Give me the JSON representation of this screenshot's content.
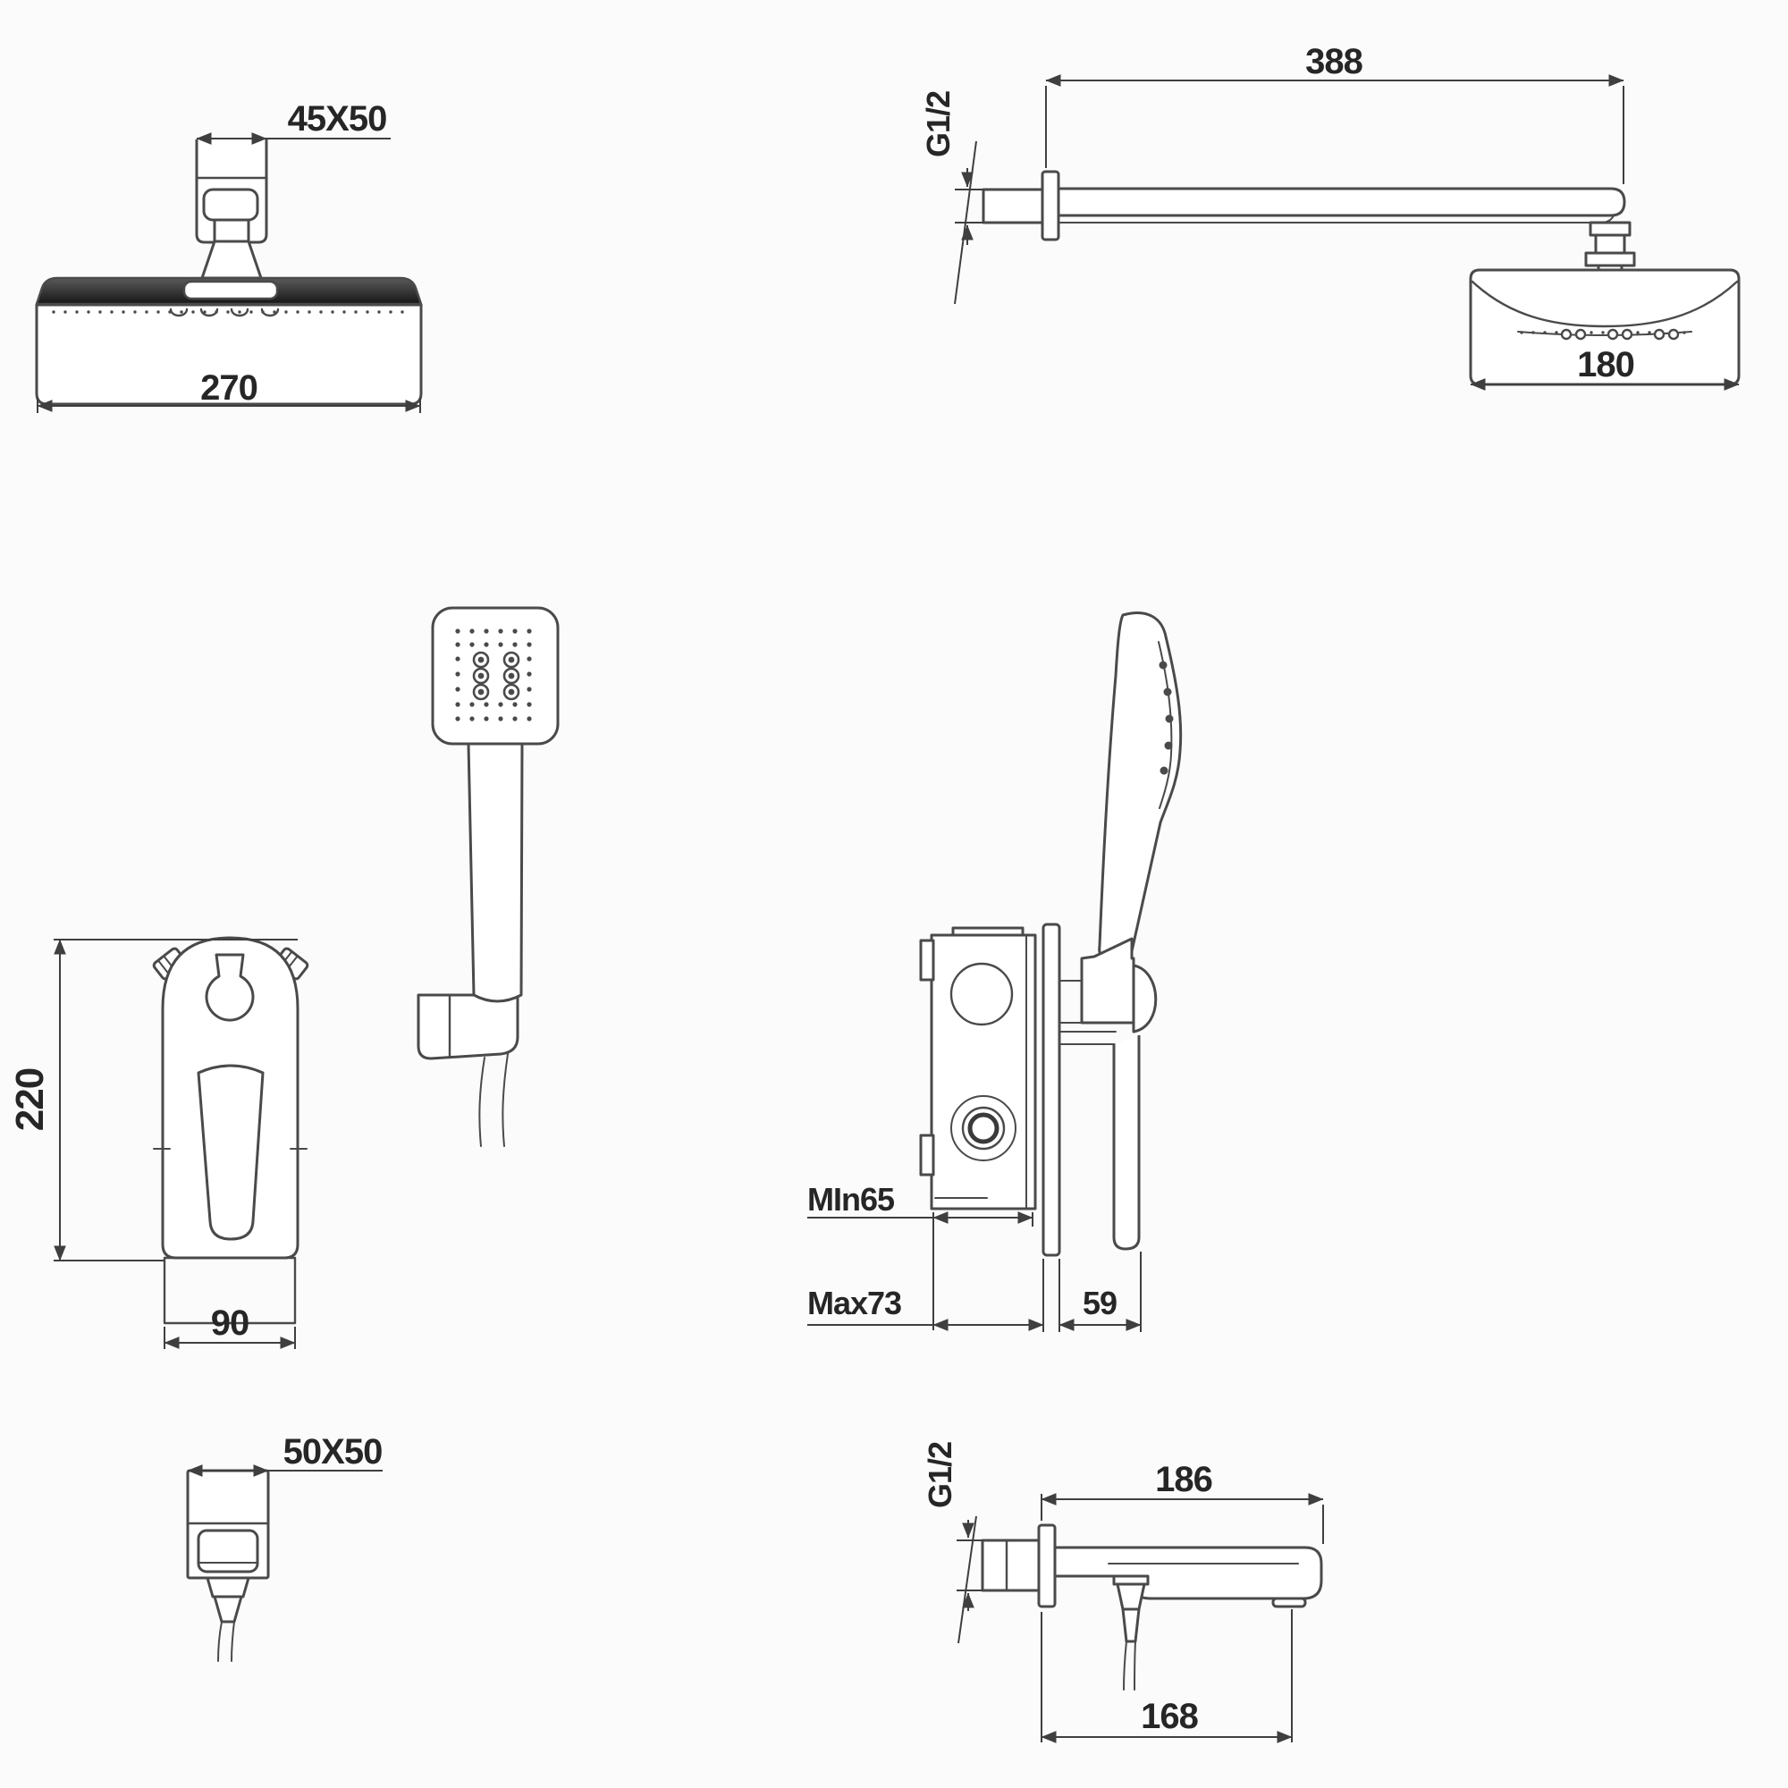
{
  "canvas": {
    "background": "#fbfbfb",
    "line_color": "#4a4a4a",
    "text_color": "#262626",
    "band_dark_top": "#5a5a5a",
    "band_dark_bottom": "#161616"
  },
  "drawing": {
    "type": "bathroom shower set technical dimension drawing",
    "figures": {
      "overhead_shower_front": {
        "title": "overhead shower head front view",
        "labels": {
          "bracket_dim": "45X50",
          "width_dim": "270"
        }
      },
      "shower_arm_side": {
        "title": "wall shower arm with head side view",
        "labels": {
          "arm_length_dim": "388",
          "thread_label": "G1/2",
          "head_depth_dim": "180"
        }
      },
      "mixer_front": {
        "title": "concealed mixer trim plate front view",
        "labels": {
          "height_dim": "220",
          "width_dim": "90"
        }
      },
      "hand_shower": {
        "title": "hand shower with wall holder and hose front view",
        "labels": {}
      },
      "mixer_side": {
        "title": "concealed mixer with hand shower side view",
        "labels": {
          "min_depth_dim": "MIn65",
          "max_depth_dim": "Max73",
          "plate_depth_dim": "59"
        }
      },
      "wall_outlet_front": {
        "title": "hose wall outlet front view",
        "labels": {
          "plate_dim": "50X50"
        }
      },
      "bath_spout_side": {
        "title": "bath spout side view",
        "labels": {
          "thread_label": "G1/2",
          "upper_length_dim": "186",
          "lower_length_dim": "168"
        }
      }
    }
  }
}
